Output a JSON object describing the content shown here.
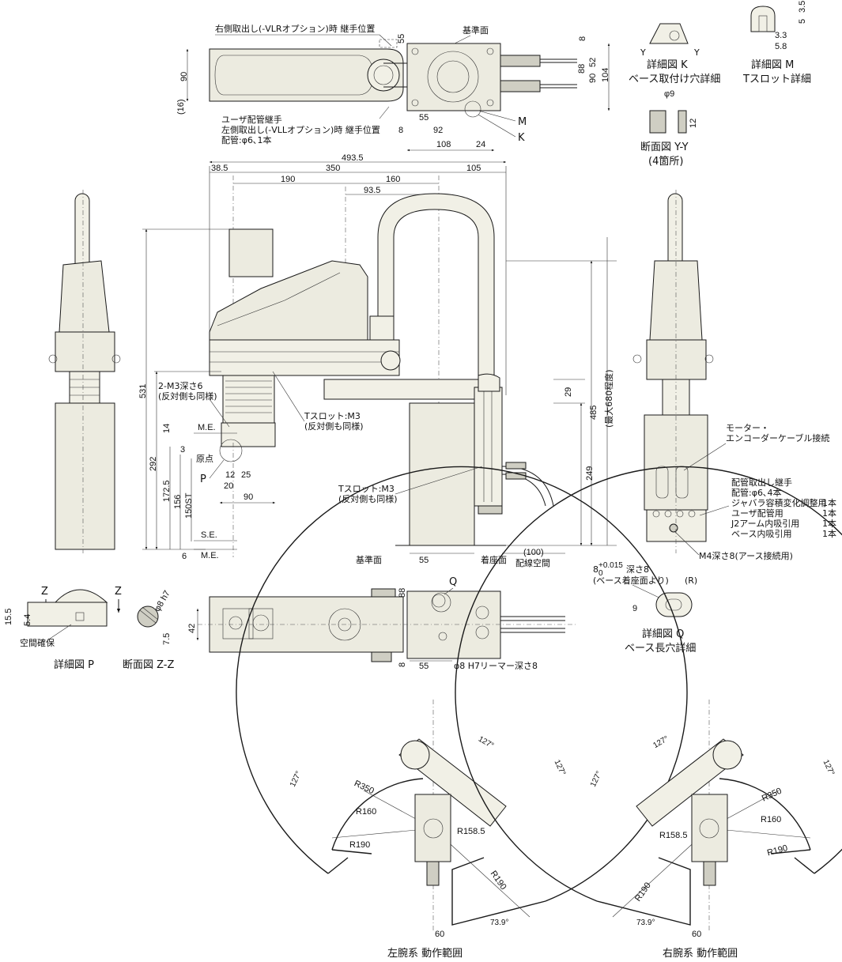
{
  "top_view": {
    "note_right_exit": "右側取出し(-VLRオプション)時 継手位置",
    "note_user_pipe": "ユーザ配管継手",
    "note_left_exit": "左側取出し(-VLLオプション)時 継手位置",
    "note_pipe": "配管:φ6､1本",
    "datum": "基準面",
    "dims": {
      "d55": "55",
      "d90": "90",
      "d16": "(16)",
      "d8a": "8",
      "d88": "88",
      "d52": "52",
      "d90b": "90",
      "d104": "104",
      "d55b": "55",
      "d8b": "8",
      "d92": "92",
      "d108": "108",
      "d24": "24"
    },
    "marker_M": "M",
    "marker_K": "K"
  },
  "detail_K": {
    "title1": "詳細図 K",
    "title2": "ベース取付け穴詳細",
    "y": "Y"
  },
  "detail_M": {
    "title1": "詳細図 M",
    "title2": "Tスロット詳細",
    "d35": "3.5",
    "d5": "5",
    "d33": "3.3",
    "d58": "5.8"
  },
  "section_YY": {
    "title1": "断面図 Y-Y",
    "title2": "(4箇所)",
    "phi": "φ9",
    "d12": "12"
  },
  "front_view": {
    "dims": {
      "d4935": "493.5",
      "d385": "38.5",
      "d350": "350",
      "d190": "190",
      "d160": "160",
      "d935": "93.5",
      "d105": "105",
      "d531": "531",
      "d292": "292",
      "d1725": "172.5",
      "d156": "156",
      "d150": "150ST",
      "d14": "14",
      "d3": "3",
      "d6": "6",
      "d12": "12",
      "d25": "25",
      "d20": "20",
      "d90": "90",
      "d29": "29",
      "d485": "485",
      "d249": "249",
      "d55": "55",
      "d100": "(100)",
      "max680": "(最大680程度)"
    },
    "note_m3": "2-M3深さ6",
    "note_m3b": "(反対側も同様)",
    "note_tslot1": "Tスロット:M3",
    "note_tslot1b": "(反対側も同様)",
    "note_tslot2": "Tスロット:M3",
    "note_tslot2b": "(反対側も同様)",
    "me1": "M.E.",
    "se": "S.E.",
    "me2": "M.E.",
    "origin": "原点",
    "p": "P",
    "datum": "基準面",
    "seat": "着座面",
    "wiring": "配線空間"
  },
  "side_right": {
    "motor1": "モーター・",
    "motor2": "エンコーダーケーブル接続",
    "pipe_head": "配管取出し継手",
    "pipe_spec": "配管:φ6､4本",
    "rows": [
      {
        "label": "ジャバラ容積変化調整用",
        "count": "1本"
      },
      {
        "label": "ユーザ配管用",
        "count": "1本"
      },
      {
        "label": "J2アーム内吸引用",
        "count": "1本"
      },
      {
        "label": "ベース内吸引用",
        "count": "1本"
      }
    ],
    "earth": "M4深さ8(アース接続用)"
  },
  "detail_P": {
    "title": "詳細図 P",
    "z": "Z",
    "d155": "15.5",
    "d54": "5.4",
    "space": "空間確保"
  },
  "section_ZZ": {
    "title": "断面図 Z-Z",
    "phi": "φ8 h7",
    "d75": "7.5"
  },
  "bottom_view": {
    "d42": "42",
    "d88": "88",
    "d8": "8",
    "d55": "55",
    "reamer": "φ8 H7リーマー深さ8",
    "q": "Q"
  },
  "detail_Q": {
    "note1": "8",
    "tol": "+0.015",
    "tol2": "0",
    "note1b": "深さ8",
    "note2": "(ベース着座面より)",
    "r": "(R)",
    "d9": "9",
    "title1": "詳細図 Q",
    "title2": "ベース長穴詳細"
  },
  "range_left": {
    "title": "左腕系 動作範囲",
    "a127a": "127°",
    "a127b": "127°",
    "a127c": "127°",
    "r350": "R350",
    "r160": "R160",
    "r1585": "R158.5",
    "r190a": "R190",
    "r190b": "R190",
    "d60": "60",
    "a739": "73.9°"
  },
  "range_right": {
    "title": "右腕系 動作範囲",
    "a127a": "127°",
    "a127b": "127°",
    "a127c": "127°",
    "r350": "R350",
    "r160": "R160",
    "r1585": "R158.5",
    "r190a": "R190",
    "r190b": "R190",
    "d60": "60",
    "a739": "73.9°"
  }
}
